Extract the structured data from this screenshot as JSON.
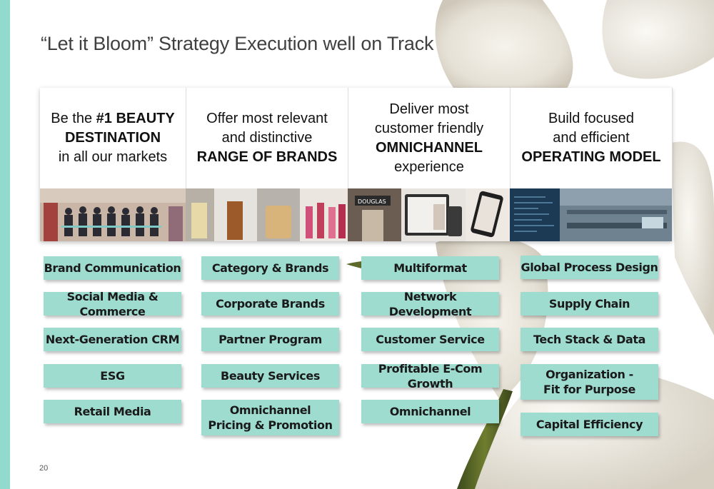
{
  "title": "“Let it Bloom” Strategy Execution well on Track",
  "page_number": "20",
  "colors": {
    "accent": "#92d9ce",
    "button": "#9fdcd0"
  },
  "pillars": [
    {
      "pre": "Be the",
      "bold1": "#1 BEAUTY",
      "bold2": "DESTINATION",
      "post": "in all our markets"
    },
    {
      "pre1": "Offer most relevant",
      "pre2": "and distinctive",
      "bold": "RANGE OF BRANDS"
    },
    {
      "pre1": "Deliver most",
      "pre2": "customer friendly",
      "bold": "OMNICHANNEL",
      "post": "experience"
    },
    {
      "pre1": "Build focused",
      "pre2": "and efficient",
      "bold": "OPERATING MODEL"
    }
  ],
  "photo_sign": "DOUGLAS",
  "columns": [
    {
      "items": [
        "Brand Communication",
        "Social Media & Commerce",
        "Next-Generation CRM",
        "ESG",
        "Retail Media"
      ]
    },
    {
      "items": [
        "Category & Brands",
        "Corporate Brands",
        "Partner Program",
        "Beauty Services",
        "Omnichannel",
        "Pricing & Promotion"
      ]
    },
    {
      "items": [
        "Multiformat",
        "Network Development",
        "Customer Service",
        "Profitable E-Com Growth",
        "Omnichannel"
      ]
    },
    {
      "items": [
        "Global Process Design",
        "Supply Chain",
        "Tech Stack & Data",
        "Organization -",
        "Fit for Purpose",
        "Capital Efficiency"
      ]
    }
  ]
}
